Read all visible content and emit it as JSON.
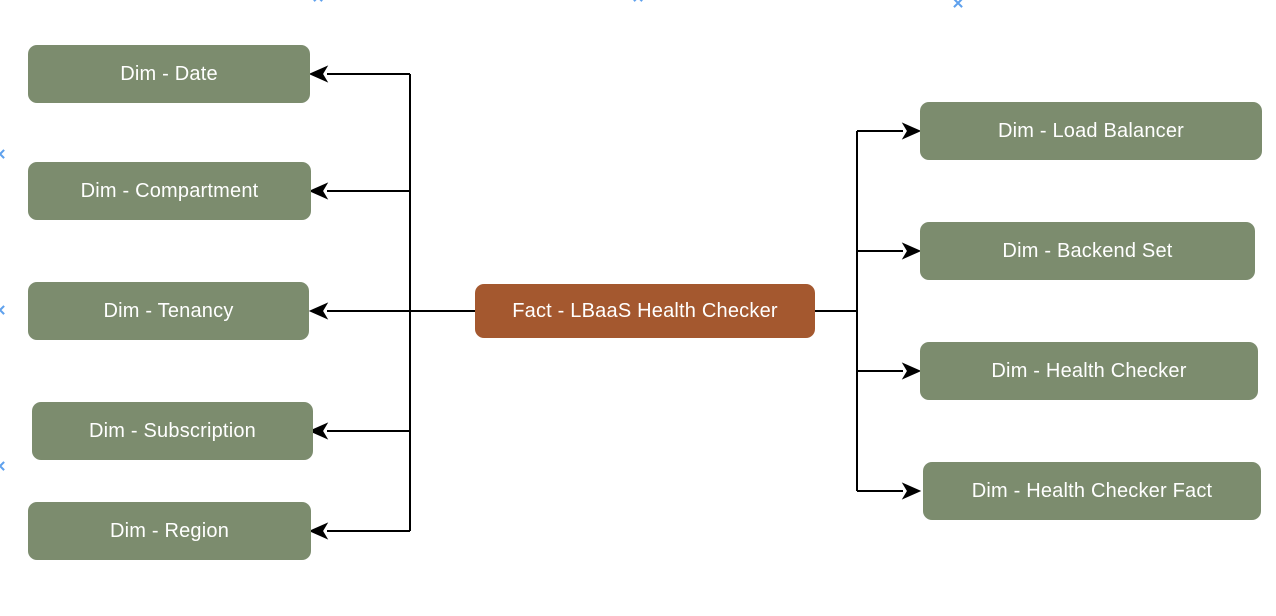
{
  "diagram": {
    "type": "star-schema",
    "fact": {
      "label": "Fact - LBaaS Health Checker"
    },
    "left_dimensions": [
      {
        "label": "Dim - Date"
      },
      {
        "label": "Dim - Compartment"
      },
      {
        "label": "Dim - Tenancy"
      },
      {
        "label": "Dim - Subscription"
      },
      {
        "label": "Dim - Region"
      }
    ],
    "right_dimensions": [
      {
        "label": "Dim - Load Balancer"
      },
      {
        "label": "Dim - Backend Set"
      },
      {
        "label": "Dim - Health Checker"
      },
      {
        "label": "Dim - Health Checker Fact"
      }
    ],
    "edges": [
      {
        "from": "Fact - LBaaS Health Checker",
        "to": "Dim - Date",
        "arrow": "into-dimension"
      },
      {
        "from": "Fact - LBaaS Health Checker",
        "to": "Dim - Compartment",
        "arrow": "into-dimension"
      },
      {
        "from": "Fact - LBaaS Health Checker",
        "to": "Dim - Tenancy",
        "arrow": "into-dimension"
      },
      {
        "from": "Fact - LBaaS Health Checker",
        "to": "Dim - Subscription",
        "arrow": "into-dimension"
      },
      {
        "from": "Fact - LBaaS Health Checker",
        "to": "Dim - Region",
        "arrow": "into-dimension"
      },
      {
        "from": "Fact - LBaaS Health Checker",
        "to": "Dim - Load Balancer",
        "arrow": "into-dimension"
      },
      {
        "from": "Fact - LBaaS Health Checker",
        "to": "Dim - Backend Set",
        "arrow": "into-dimension"
      },
      {
        "from": "Fact - LBaaS Health Checker",
        "to": "Dim - Health Checker",
        "arrow": "into-dimension"
      },
      {
        "from": "Fact - LBaaS Health Checker",
        "to": "Dim - Health Checker Fact",
        "arrow": "into-dimension"
      }
    ],
    "icons": {
      "connection_marker_glyph": "✕"
    },
    "colors": {
      "dimension_fill": "#7C8C6E",
      "fact_fill": "#A4582F",
      "node_text": "#FFFFFF",
      "connector": "#000000",
      "connection_marker": "#5FA1ED",
      "background": "#FFFFFF"
    }
  }
}
